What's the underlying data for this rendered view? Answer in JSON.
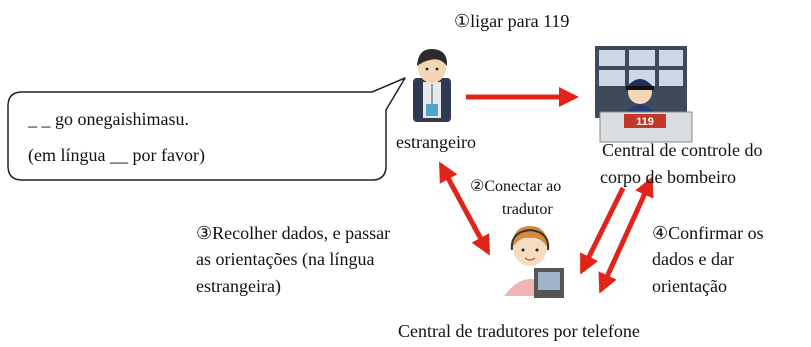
{
  "steps": {
    "step1": "①ligar para 119",
    "step2_line1": "②Conectar ao",
    "step2_line2": "tradutor",
    "step3_line1": "③Recolher dados, e passar",
    "step3_line2": "as orientações (na língua",
    "step3_line3": "estrangeira)",
    "step4_line1": "④Confirmar os",
    "step4_line2": "dados e dar",
    "step4_line3": "orientação"
  },
  "nodes": {
    "foreigner": "estrangeiro",
    "fire_center_line1": "Central de controle do",
    "fire_center_line2": "corpo de bombeiro",
    "translator_center": "Central de tradutores por telefone",
    "fire_sign": "119"
  },
  "speech": {
    "line1": "_ _ go onegaishimasu.",
    "line2": "(em língua __ por favor)"
  },
  "colors": {
    "arrow": "#e2231a",
    "sign": "#c0392b"
  }
}
